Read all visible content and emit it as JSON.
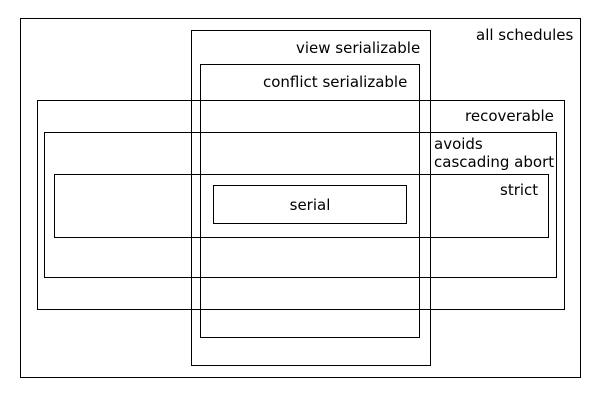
{
  "diagram": {
    "sets": {
      "all_schedules": "all schedules",
      "view_serializable": "view serializable",
      "conflict_serializable": "conflict serializable",
      "recoverable": "recoverable",
      "avoids_cascading_abort": {
        "line1": "avoids",
        "line2": "cascading abort"
      },
      "strict": "strict",
      "serial": "serial"
    }
  }
}
